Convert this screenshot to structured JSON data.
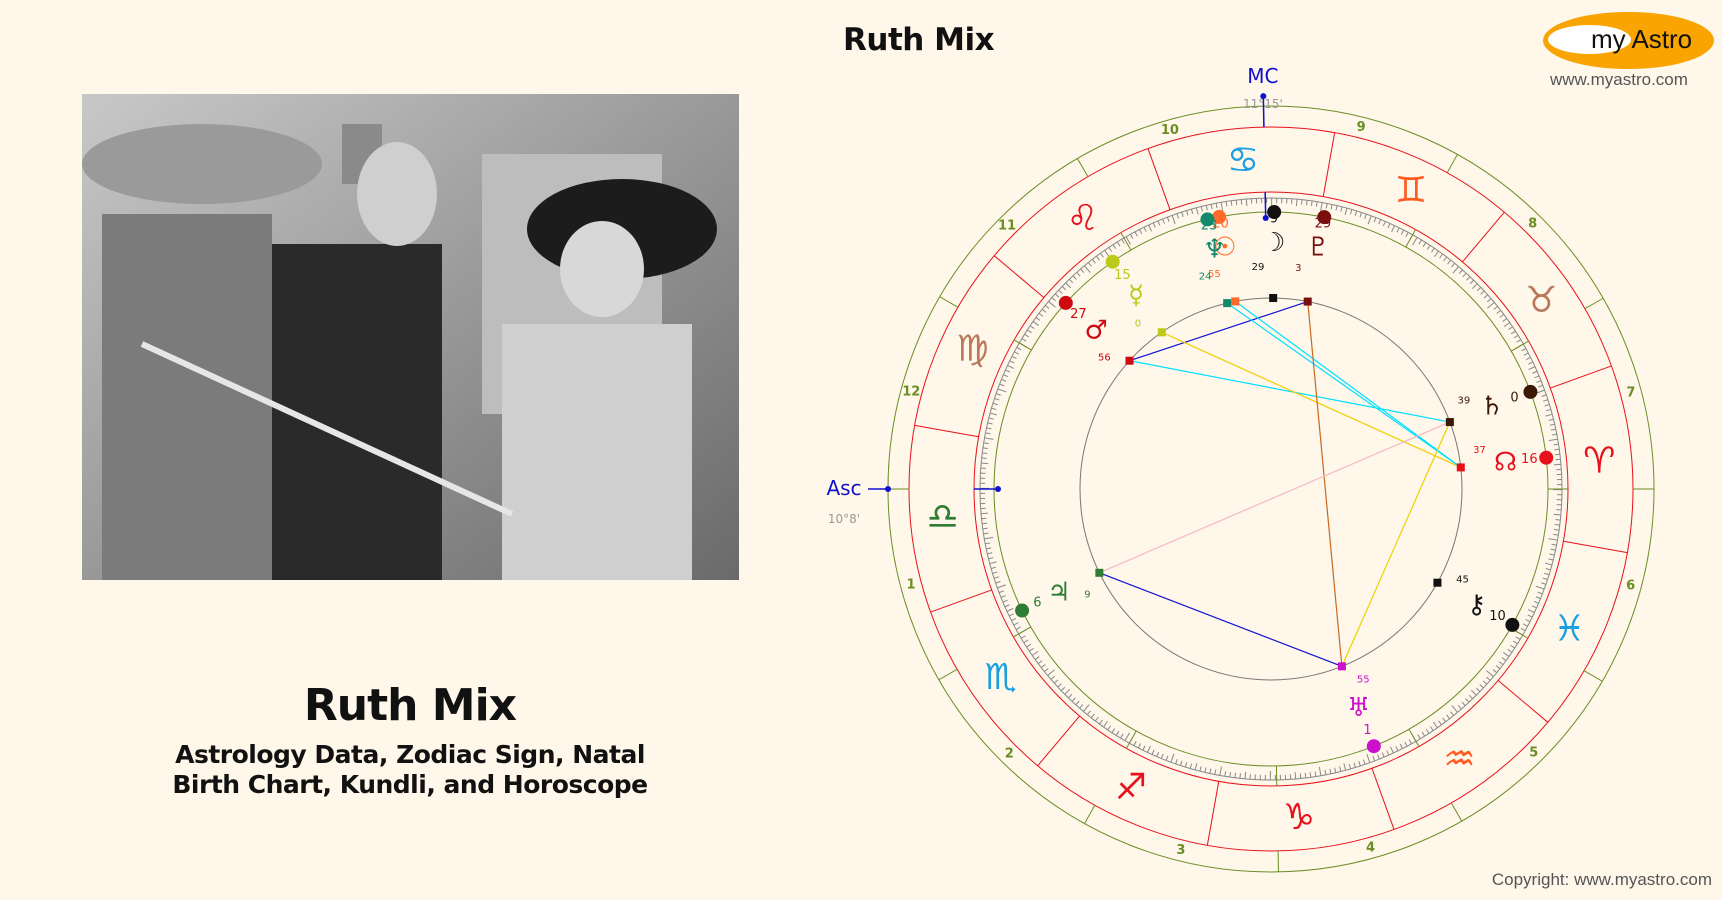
{
  "page": {
    "chart_title": "Ruth Mix",
    "left_title": "Ruth Mix",
    "left_subtitle_line1": "Astrology Data, Zodiac Sign, Natal",
    "left_subtitle_line2": "Birth Chart, Kundli, and Horoscope",
    "logo_text": "my Astro",
    "site_url": "www.myastro.com",
    "copyright": "Copyright: www.myastro.com",
    "photo_alt": "Vintage black-and-white film still: two men and a woman in cowboy hat holding a rope"
  },
  "colors": {
    "background": "#fef7ea",
    "outer_ring": "#6b8e23",
    "sign_ring": "#e8101a",
    "house_number": "#6b8e23",
    "axis": "#1010d0",
    "logo_orange": "#f9a400"
  },
  "chart_data": {
    "type": "natal-wheel",
    "center": [
      1271,
      489
    ],
    "radii": {
      "outer": 383,
      "sign_outer": 362,
      "sign_inner": 297,
      "degree": 277,
      "aspect": 191
    },
    "ascendant": {
      "label": "Asc",
      "degree_label": "10°8'",
      "longitude": 190.13
    },
    "midheaven": {
      "label": "MC",
      "degree_label": "11°15'",
      "longitude": 101.25
    },
    "signs": [
      {
        "name": "Aries",
        "glyph": "♈",
        "color": "#e8101a"
      },
      {
        "name": "Taurus",
        "glyph": "♉",
        "color": "#b9785a"
      },
      {
        "name": "Gemini",
        "glyph": "♊",
        "color": "#ff5a1f"
      },
      {
        "name": "Cancer",
        "glyph": "♋",
        "color": "#1aa0e0"
      },
      {
        "name": "Leo",
        "glyph": "♌",
        "color": "#e8101a"
      },
      {
        "name": "Virgo",
        "glyph": "♍",
        "color": "#b9785a"
      },
      {
        "name": "Libra",
        "glyph": "♎",
        "color": "#2e7d32"
      },
      {
        "name": "Scorpio",
        "glyph": "♏",
        "color": "#1aa0e0"
      },
      {
        "name": "Sagittarius",
        "glyph": "♐",
        "color": "#e8101a"
      },
      {
        "name": "Capricorn",
        "glyph": "♑",
        "color": "#e8101a"
      },
      {
        "name": "Aquarius",
        "glyph": "♒",
        "color": "#ff5a1f"
      },
      {
        "name": "Pisces",
        "glyph": "♓",
        "color": "#1aa0e0"
      }
    ],
    "houses": [
      {
        "num": "1",
        "cusp": 190.13
      },
      {
        "num": "2",
        "cusp": 220
      },
      {
        "num": "3",
        "cusp": 251
      },
      {
        "num": "4",
        "cusp": 281.25
      },
      {
        "num": "5",
        "cusp": 310
      },
      {
        "num": "6",
        "cusp": 340
      },
      {
        "num": "7",
        "cusp": 10.13
      },
      {
        "num": "8",
        "cusp": 40
      },
      {
        "num": "9",
        "cusp": 71
      },
      {
        "num": "10",
        "cusp": 101.25
      },
      {
        "num": "11",
        "cusp": 130.5
      },
      {
        "num": "12",
        "cusp": 160
      }
    ],
    "planets": [
      {
        "name": "Sun",
        "glyph": "☉",
        "deg": "20",
        "min": "55",
        "lon": 110.92,
        "color": "#ff6a2a",
        "label_r": 250
      },
      {
        "name": "Neptune",
        "glyph": "♆",
        "deg": "23",
        "min": "24",
        "lon": 113.4,
        "color": "#13896a",
        "label_r": 250
      },
      {
        "name": "Moon",
        "glyph": "☽",
        "deg": "9",
        "min": "29",
        "lon": 99.48,
        "color": "#111111",
        "label_r": 250
      },
      {
        "name": "Pluto",
        "glyph": "♇",
        "deg": "29",
        "min": "3",
        "lon": 89.05,
        "color": "#7a0f0f",
        "label_r": 250
      },
      {
        "name": "Mercury",
        "glyph": "☿",
        "deg": "15",
        "min": "0",
        "lon": 135.0,
        "color": "#bcc81a",
        "label_r": 240
      },
      {
        "name": "Mars",
        "glyph": "♂",
        "deg": "27",
        "min": "56",
        "lon": 147.93,
        "color": "#cc0a10",
        "label_r": 240
      },
      {
        "name": "Saturn",
        "glyph": "♄",
        "deg": "0",
        "min": "39",
        "lon": 30.65,
        "color": "#3a1a05",
        "label_r": 240
      },
      {
        "name": "North Node",
        "glyph": "☊",
        "deg": "16",
        "min": "37",
        "lon": 16.62,
        "color": "#e8101a",
        "label_r": 240
      },
      {
        "name": "Chiron",
        "glyph": "⚷",
        "deg": "10",
        "min": "45",
        "lon": 340.75,
        "color": "#111111",
        "label_r": 240
      },
      {
        "name": "Uranus",
        "glyph": "♅",
        "deg": "1",
        "min": "55",
        "lon": 301.92,
        "color": "#cc10cc",
        "label_r": 240
      },
      {
        "name": "Jupiter",
        "glyph": "♃",
        "deg": "6",
        "min": "9",
        "lon": 216.15,
        "color": "#2e7d32",
        "label_r": 240
      }
    ],
    "aspects": [
      {
        "from": "Mars",
        "to": "Pluto",
        "type": "sextile",
        "color": "#1010d0"
      },
      {
        "from": "Mars",
        "to": "Saturn",
        "type": "square",
        "color": "#00e0ff"
      },
      {
        "from": "Mercury",
        "to": "North Node",
        "type": "trine",
        "color": "#f0d000"
      },
      {
        "from": "Sun",
        "to": "North Node",
        "type": "square",
        "color": "#00e0ff"
      },
      {
        "from": "Neptune",
        "to": "North Node",
        "type": "square",
        "color": "#00e0ff"
      },
      {
        "from": "Pluto",
        "to": "Uranus",
        "type": "quincunx",
        "color": "#c86a20"
      },
      {
        "from": "Saturn",
        "to": "Uranus",
        "type": "trine",
        "color": "#f0d000"
      },
      {
        "from": "Jupiter",
        "to": "Uranus",
        "type": "sextile",
        "color": "#1010d0"
      },
      {
        "from": "Jupiter",
        "to": "Saturn",
        "type": "opposition",
        "color": "#f4b8c0"
      }
    ]
  }
}
